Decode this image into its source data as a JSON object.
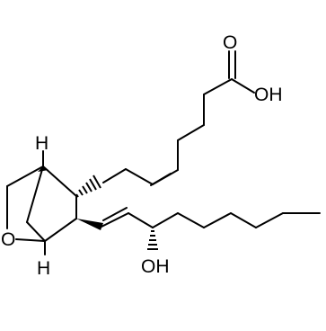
{
  "molecule": {
    "atom_labels": {
      "carbonyl_oxygen": "O",
      "hydroxyl_acid": "OH",
      "bridgehead_h_top": "H",
      "bridgehead_h_bottom": "H",
      "ring_oxygen": "O",
      "side_chain_hydroxyl": "OH"
    },
    "colors": {
      "bond": "#000000",
      "label": "#000000",
      "background": "#ffffff"
    }
  }
}
